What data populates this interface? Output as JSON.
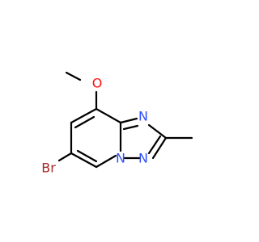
{
  "molecule": {
    "atoms": {
      "oxygen": "O",
      "bromine": "Br",
      "nitrogen_top": "N",
      "nitrogen_bridge": "N",
      "nitrogen_bottom": "N"
    },
    "colors": {
      "bond": "#000000",
      "oxygen": "#ff0d0d",
      "bromine": "#a62929",
      "nitrogen": "#3050f8"
    }
  }
}
